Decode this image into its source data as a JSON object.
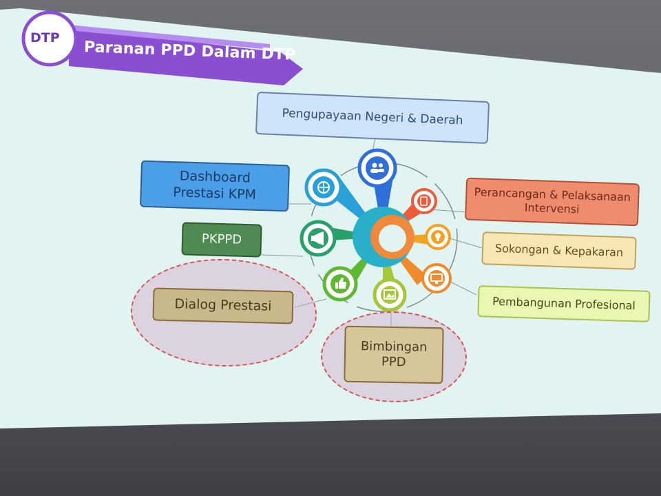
{
  "slide": {
    "badge": "DTP",
    "title": "Paranan PPD Dalam DTP"
  },
  "boxes": {
    "top": "Pengupayaan Negeri & Daerah",
    "dashboard": "Dashboard\nPrestasi KPM",
    "pkppd": "PKPPD",
    "dialog": "Dialog Prestasi",
    "bimbingan": "Bimbingan\nPPD",
    "perancangan": "Perancangan & Pelaksanaan\nIntervensi",
    "sokongan": "Sokongan & Kepakaran",
    "pembangunan": "Pembangunan Profesional"
  },
  "icons": {
    "top": "people-icon",
    "upper-left": "globe-gear-icon",
    "left": "megaphone-icon",
    "lower-left": "thumbs-up-icon",
    "bottom": "picture-icon",
    "right-top": "document-icon",
    "right-middle": "lightbulb-icon",
    "right-bottom": "monitor-icon"
  },
  "colors": {
    "slide_bg": "#dff2f1",
    "title_banner": "#8b4fd1",
    "top_box": "#cfe3fb",
    "dashboard_box": "#4a9fe8",
    "pkppd_box": "#4f8a52",
    "dialog_box": "#c8b98a",
    "bimbingan_box": "#d6c79a",
    "perancangan_box": "#f08c6e",
    "sokongan_box": "#f7e7b5",
    "pembangunan_box": "#e9f7b3"
  }
}
